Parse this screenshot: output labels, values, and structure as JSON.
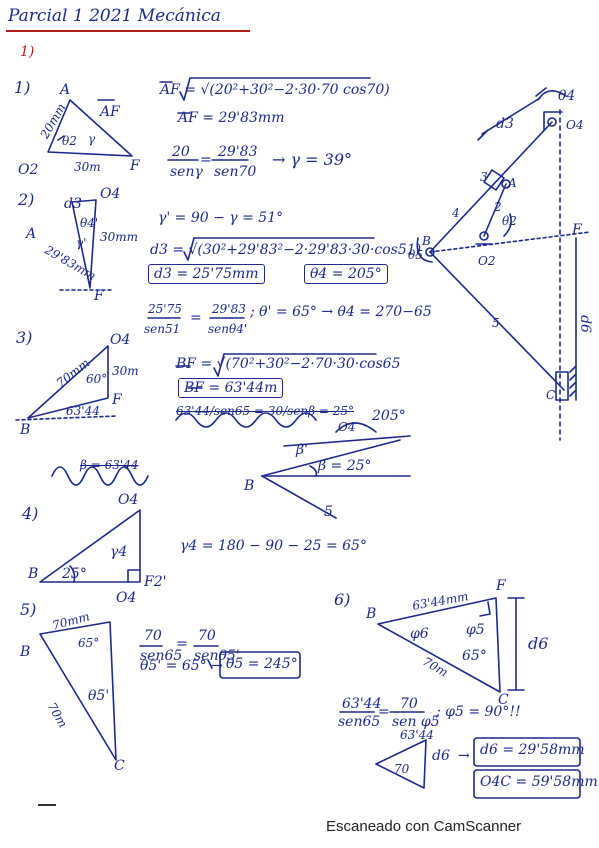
{
  "header": {
    "title": "Parcial 1   2021   Mecánica",
    "section": "1)"
  },
  "step1": {
    "num": "1)",
    "labels": {
      "A": "A",
      "AF": "AF",
      "O2": "O2",
      "F": "F",
      "side_a": "20mm",
      "side_b": "30m",
      "angle_theta": "θ2",
      "angle_gamma": "γ"
    },
    "eq1": "AF = √(20²+30²−2·30·70 cos70)",
    "eq2": "AF = 29'83mm",
    "eq3_num": "20",
    "eq3_den": "senγ",
    "eq3_rnum": "29'83",
    "eq3_rden": "sen70",
    "eq3_res": "→ γ = 39°"
  },
  "step2": {
    "num": "2)",
    "labels": {
      "d3": "d3",
      "O4": "O4",
      "A": "A",
      "theta4": "θ4'",
      "gamma": "γ'",
      "side": "30mm",
      "hyp": "29'83mm",
      "F": "F"
    },
    "eq1": "γ' = 90 − γ = 51°",
    "eq2": "d3 = √(30²+29'83²−2·29'83·30·cos51)",
    "eq3": "d3 = 25'75mm",
    "eq4": "θ4 = 205°",
    "eq5_num": "25'75",
    "eq5_den": "sen51",
    "eq5_rnum": "29'83",
    "eq5_rden": "senθ4'",
    "eq5_res": "; θ' = 65° → θ4 = 270−65"
  },
  "step3": {
    "num": "3)",
    "labels": {
      "O4": "O4",
      "side_a": "70mm",
      "side_b": "30m",
      "angle": "60°",
      "F": "F",
      "B": "B",
      "bf": "63'44"
    },
    "eq1": "BF = √(70²+30²−2·70·30·cos65",
    "eq2": "BF = 63'44m",
    "struck": "63'44/sen65 = 30/senβ = 25°",
    "struck2": "β = 63'44",
    "angle_205": "205°",
    "O4": "O4",
    "beta_p": "β'",
    "beta": "β = 25°",
    "B": "B",
    "five": "5"
  },
  "step4": {
    "num": "4)",
    "labels": {
      "O4": "O4",
      "B": "B",
      "angle25": "25°",
      "gamma4": "γ4",
      "F2": "F2'",
      "O4b": "O4"
    },
    "eq1": "γ4 = 180 − 90 − 25 = 65°"
  },
  "step5": {
    "num": "5)",
    "labels": {
      "B": "B",
      "side_a": "70mm",
      "angle65": "65°",
      "theta5": "θ5'",
      "side_b": "70m",
      "C": "C"
    },
    "eq1_num": "70",
    "eq1_den": "sen65",
    "eq1_rnum": "70",
    "eq1_rden": "senθ5'",
    "eq2": "θ5' = 65° →",
    "eq3": "θ5 = 245°"
  },
  "step6": {
    "num": "6)",
    "labels": {
      "F": "F",
      "B": "B",
      "top": "63'44mm",
      "phi6": "φ6",
      "phi5": "φ5",
      "angle65": "65°",
      "side": "70m",
      "C": "C",
      "d6": "d6"
    },
    "eq1_num": "63'44",
    "eq1_den": "sen65",
    "eq1_rnum": "70",
    "eq1_rden": "sen φ5",
    "eq1_res": "; φ5 = 90°!!",
    "small_side": "63'44",
    "small_b": "70",
    "small_d6": "d6",
    "res1": "d6 = 29'58mm",
    "res2": "O4C = 59'58mm"
  },
  "mechanism": {
    "theta4": "θ4",
    "d3": "d3",
    "O4": "O4",
    "n3": "3",
    "A": "A",
    "n2": "2",
    "n4": "4",
    "theta2": "θ2",
    "B": "B",
    "theta5": "θ5",
    "O2": "O2",
    "F": "F",
    "n5": "5",
    "d6": "d6",
    "C": "C"
  },
  "footer": "Escaneado con CamScanner"
}
